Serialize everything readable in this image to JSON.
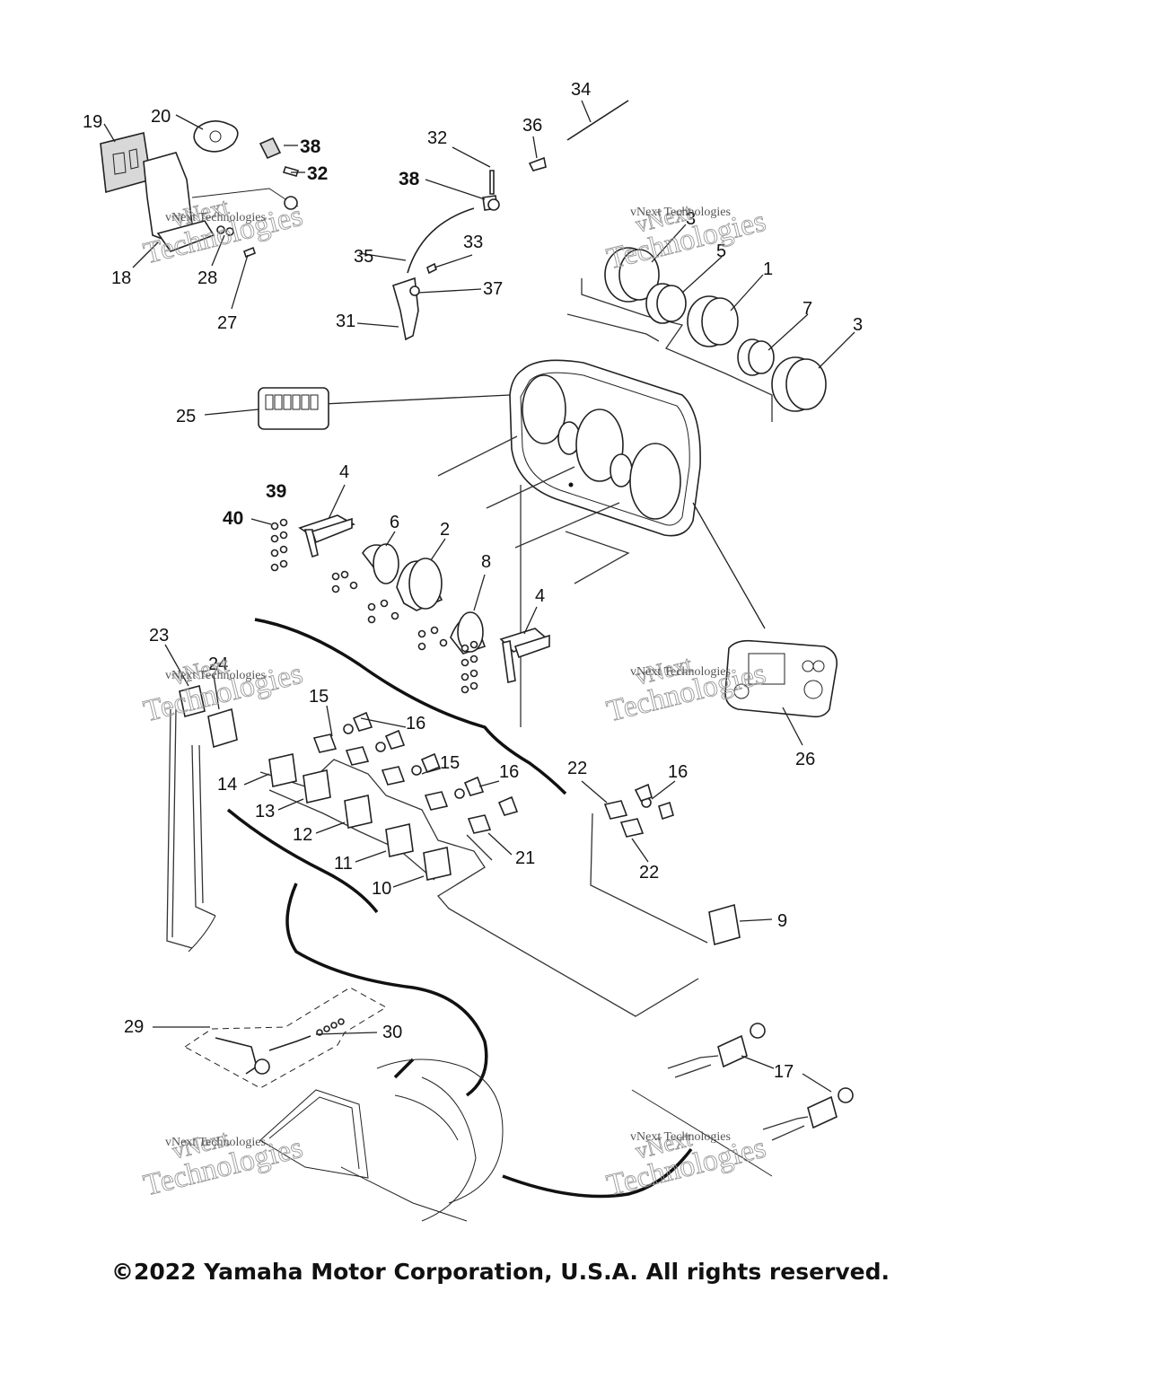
{
  "diagram": {
    "callouts": [
      {
        "id": "c19",
        "text": "19"
      },
      {
        "id": "c20",
        "text": "20"
      },
      {
        "id": "c38a",
        "text": "38"
      },
      {
        "id": "c32a",
        "text": "32"
      },
      {
        "id": "c18",
        "text": "18"
      },
      {
        "id": "c28",
        "text": "28"
      },
      {
        "id": "c27",
        "text": "27"
      },
      {
        "id": "c32b",
        "text": "32"
      },
      {
        "id": "c38b",
        "text": "38"
      },
      {
        "id": "c34",
        "text": "34"
      },
      {
        "id": "c36",
        "text": "36"
      },
      {
        "id": "c35",
        "text": "35"
      },
      {
        "id": "c33",
        "text": "33"
      },
      {
        "id": "c37",
        "text": "37"
      },
      {
        "id": "c31",
        "text": "31"
      },
      {
        "id": "c3a",
        "text": "3"
      },
      {
        "id": "c5",
        "text": "5"
      },
      {
        "id": "c1",
        "text": "1"
      },
      {
        "id": "c7",
        "text": "7"
      },
      {
        "id": "c3b",
        "text": "3"
      },
      {
        "id": "c25",
        "text": "25"
      },
      {
        "id": "c4a",
        "text": "4"
      },
      {
        "id": "c39",
        "text": "39"
      },
      {
        "id": "c40",
        "text": "40"
      },
      {
        "id": "c6",
        "text": "6"
      },
      {
        "id": "c2",
        "text": "2"
      },
      {
        "id": "c8",
        "text": "8"
      },
      {
        "id": "c4b",
        "text": "4"
      },
      {
        "id": "c23",
        "text": "23"
      },
      {
        "id": "c24",
        "text": "24"
      },
      {
        "id": "c15a",
        "text": "15"
      },
      {
        "id": "c16a",
        "text": "16"
      },
      {
        "id": "c15b",
        "text": "15"
      },
      {
        "id": "c16b",
        "text": "16"
      },
      {
        "id": "c22a",
        "text": "22"
      },
      {
        "id": "c16c",
        "text": "16"
      },
      {
        "id": "c14",
        "text": "14"
      },
      {
        "id": "c13",
        "text": "13"
      },
      {
        "id": "c12",
        "text": "12"
      },
      {
        "id": "c11",
        "text": "11"
      },
      {
        "id": "c10",
        "text": "10"
      },
      {
        "id": "c21",
        "text": "21"
      },
      {
        "id": "c22b",
        "text": "22"
      },
      {
        "id": "c26",
        "text": "26"
      },
      {
        "id": "c9",
        "text": "9"
      },
      {
        "id": "c29",
        "text": "29"
      },
      {
        "id": "c30",
        "text": "30"
      },
      {
        "id": "c17",
        "text": "17"
      }
    ],
    "watermark": {
      "line1": "vNext",
      "line2": "Technologies",
      "small": "vNext Technologies"
    }
  },
  "footer": {
    "copyright": "©2022 Yamaha Motor Corporation, U.S.A. All rights reserved."
  }
}
